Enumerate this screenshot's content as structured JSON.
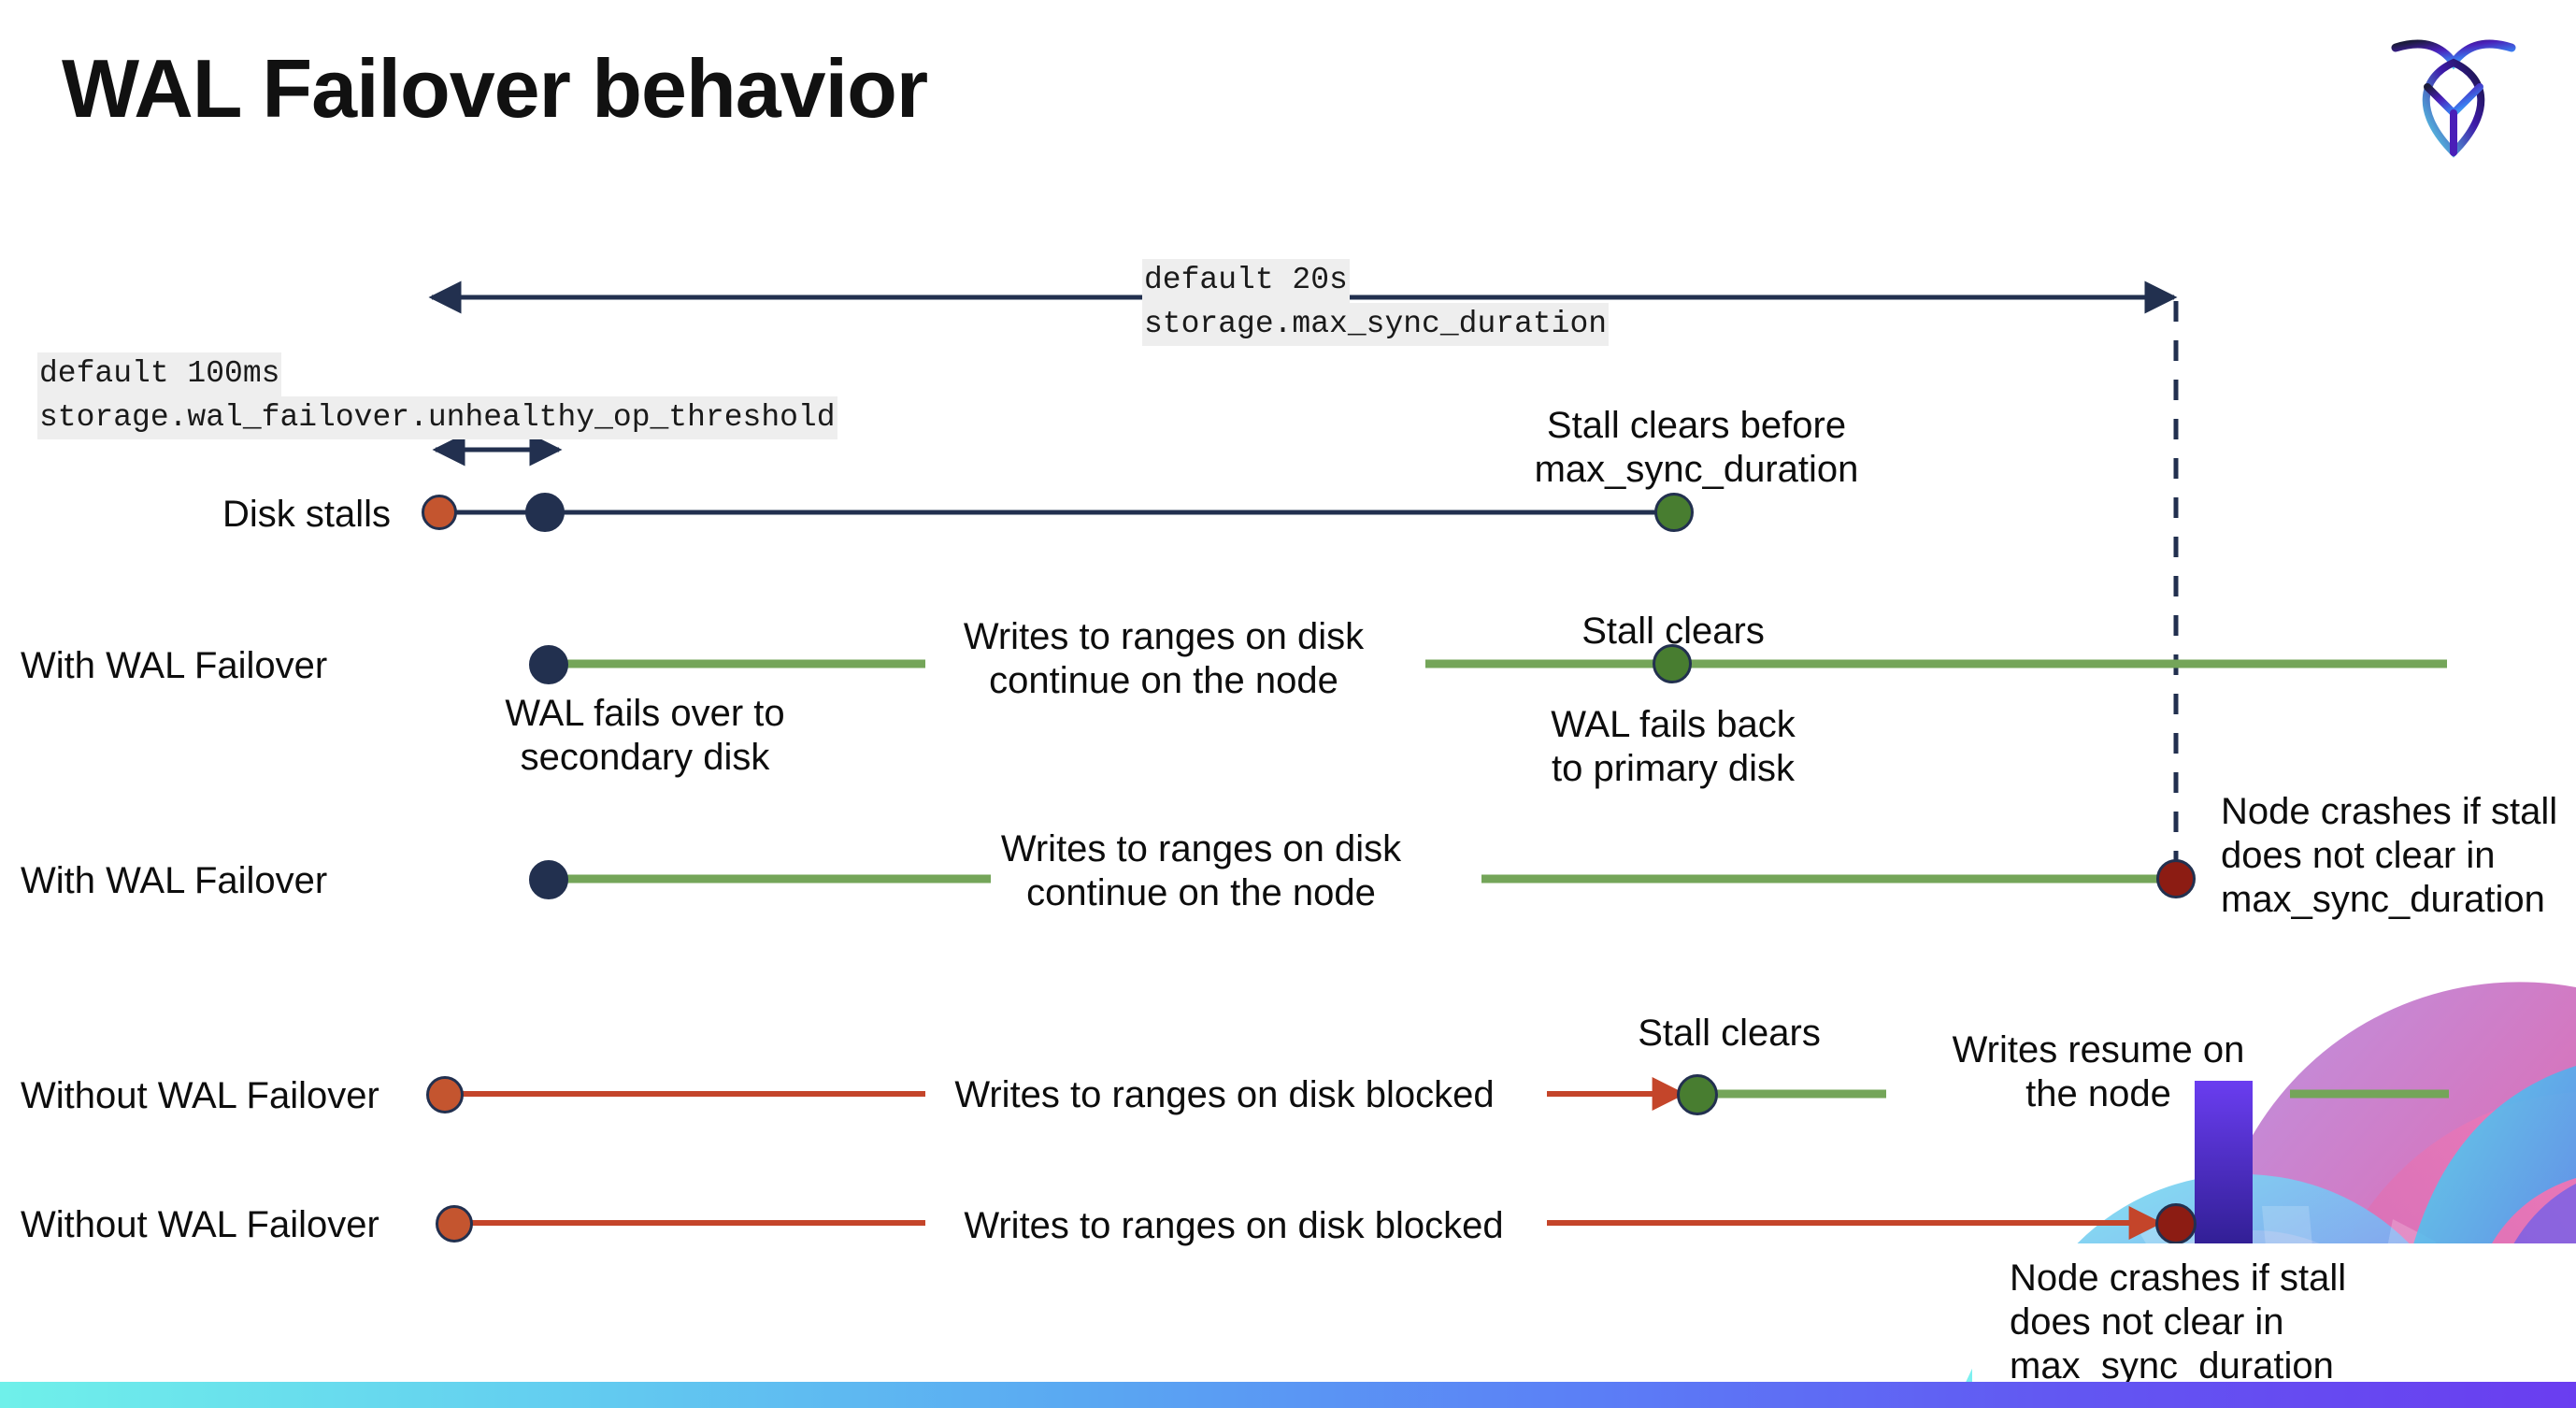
{
  "slide": {
    "title": "WAL Failover behavior",
    "logo_name": "cockroachdb-logo"
  },
  "settings": [
    {
      "id": "max-sync-duration",
      "default_line": "default 20s",
      "name_line": "storage.max_sync_duration"
    },
    {
      "id": "unhealthy-op-threshold",
      "default_line": "default 100ms",
      "name_line": "storage.wal_failover.unhealthy_op_threshold"
    }
  ],
  "rows": [
    {
      "id": "disk-stalls",
      "label": "Disk stalls",
      "annotation": "Stall clears before\nmax_sync_duration"
    },
    {
      "id": "with-wal-failover-1",
      "label": "With WAL Failover",
      "start_note": "WAL fails over to\nsecondary disk",
      "mid_note": "Writes to ranges on disk\ncontinue on the node",
      "clear_note": "Stall clears",
      "after_note": "WAL fails  back\nto primary disk"
    },
    {
      "id": "with-wal-failover-2",
      "label": "With WAL Failover",
      "mid_note": "Writes to ranges on disk\ncontinue on the node",
      "end_note": "Node crashes if stall\ndoes not clear in\nmax_sync_duration"
    },
    {
      "id": "without-wal-failover-1",
      "label": "Without WAL Failover",
      "mid_note": "Writes to ranges on disk  blocked",
      "clear_note": "Stall clears",
      "after_note": "Writes resume on\nthe node"
    },
    {
      "id": "without-wal-failover-2",
      "label": "Without WAL Failover",
      "mid_note": "Writes to ranges on disk  blocked",
      "end_note": "Node crashes if stall\ndoes not clear in\nmax_sync_duration"
    }
  ],
  "colors": {
    "navy": "#22304f",
    "green_line": "#74a559",
    "red_line": "#c4452a",
    "dot_orange": "#c4552f",
    "dot_green": "#487d30",
    "dot_darkred": "#8c1c13",
    "code_bg": "#eeeeee"
  }
}
